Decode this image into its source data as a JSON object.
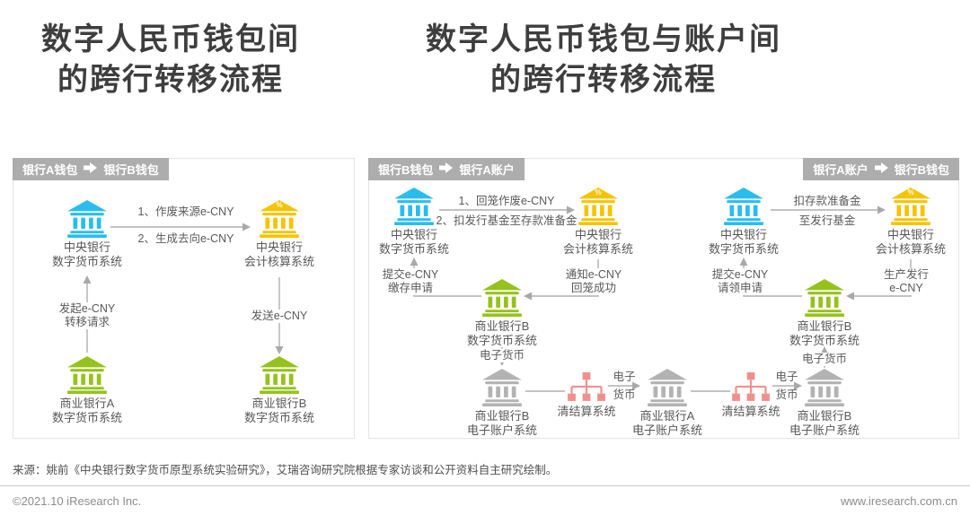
{
  "page": {
    "left_title_line1": "数字人民币钱包间",
    "left_title_line2": "的跨行转移流程",
    "right_title_line1": "数字人民币钱包与账户间",
    "right_title_line2": "的跨行转移流程",
    "source": "来源：姚前《中央银行数字货币原型系统实验研究》，艾瑞咨询研究院根据专家访谈和公开资料自主研究绘制。",
    "footer_left": "©2021.10 iResearch Inc.",
    "footer_right": "www.iresearch.com.cn"
  },
  "icons": {
    "bank": "classical-bank-building",
    "clearing": "org-chart-network",
    "arrow_right": "solid-right-arrow",
    "percent": "%"
  },
  "colors": {
    "central_bank_dcs": "#29BDEF",
    "central_bank_accounting": "#F5C400",
    "commercial_bank_dcs": "#96C21E",
    "commercial_bank_account": "#B3B3B3",
    "clearing_system": "#F0908C",
    "header_bar": "#ADADAD",
    "arrow": "#A9A9A9"
  },
  "left_diagram": {
    "header": {
      "from": "银行A钱包",
      "to": "银行B钱包"
    },
    "nodes": {
      "pboc_dcs": {
        "line1": "中央银行",
        "line2": "数字货币系统"
      },
      "pboc_acct": {
        "line1": "中央银行",
        "line2": "会计核算系统"
      },
      "bank_a_dcs": {
        "line1": "商业银行A",
        "line2": "数字货币系统"
      },
      "bank_b_dcs": {
        "line1": "商业银行B",
        "line2": "数字货币系统"
      }
    },
    "edges": {
      "top_line1": "1、作废来源e-CNY",
      "top_line2": "2、生成去向e-CNY",
      "left_line1": "发起e-CNY",
      "left_line2": "转移请求",
      "right_label": "发送e-CNY"
    }
  },
  "right_diagram": {
    "header_left": {
      "from": "银行B钱包",
      "to": "银行A账户"
    },
    "header_right": {
      "from": "银行A账户",
      "to": "银行B钱包"
    },
    "flow1": {
      "pboc_dcs": {
        "line1": "中央银行",
        "line2": "数字货币系统"
      },
      "pboc_acct": {
        "line1": "中央银行",
        "line2": "会计核算系统"
      },
      "bank_b_dcs": {
        "line1": "商业银行B",
        "line2": "数字货币系统"
      },
      "top_line1": "1、回笼作废e-CNY",
      "top_line2": "2、扣发行基金至存款准备金",
      "submit_line1": "提交e-CNY",
      "submit_line2": "缴存申请",
      "notify_line1": "通知e-CNY",
      "notify_line2": "回笼成功",
      "emoney_down": "电子货币"
    },
    "flow2": {
      "pboc_dcs": {
        "line1": "中央银行",
        "line2": "数字货币系统"
      },
      "pboc_acct": {
        "line1": "中央银行",
        "line2": "会计核算系统"
      },
      "bank_b_dcs": {
        "line1": "商业银行B",
        "line2": "数字货币系统"
      },
      "top_line1": "扣存款准备金",
      "top_line2": "至发行基金",
      "submit_line1": "提交e-CNY",
      "submit_line2": "请领申请",
      "issue_line1": "生产发行",
      "issue_line2": "e-CNY",
      "emoney_up": "电子货币"
    },
    "bottom": {
      "bank_b_acct1": {
        "line1": "商业银行B",
        "line2": "电子账户系统"
      },
      "clearing1": "清结算系统",
      "emoney1_line1": "电子",
      "emoney1_line2": "货币",
      "bank_a_acct": {
        "line1": "商业银行A",
        "line2": "电子账户系统"
      },
      "clearing2": "清结算系统",
      "emoney2_line1": "电子",
      "emoney2_line2": "货币",
      "bank_b_acct2": {
        "line1": "商业银行B",
        "line2": "电子账户系统"
      }
    }
  }
}
